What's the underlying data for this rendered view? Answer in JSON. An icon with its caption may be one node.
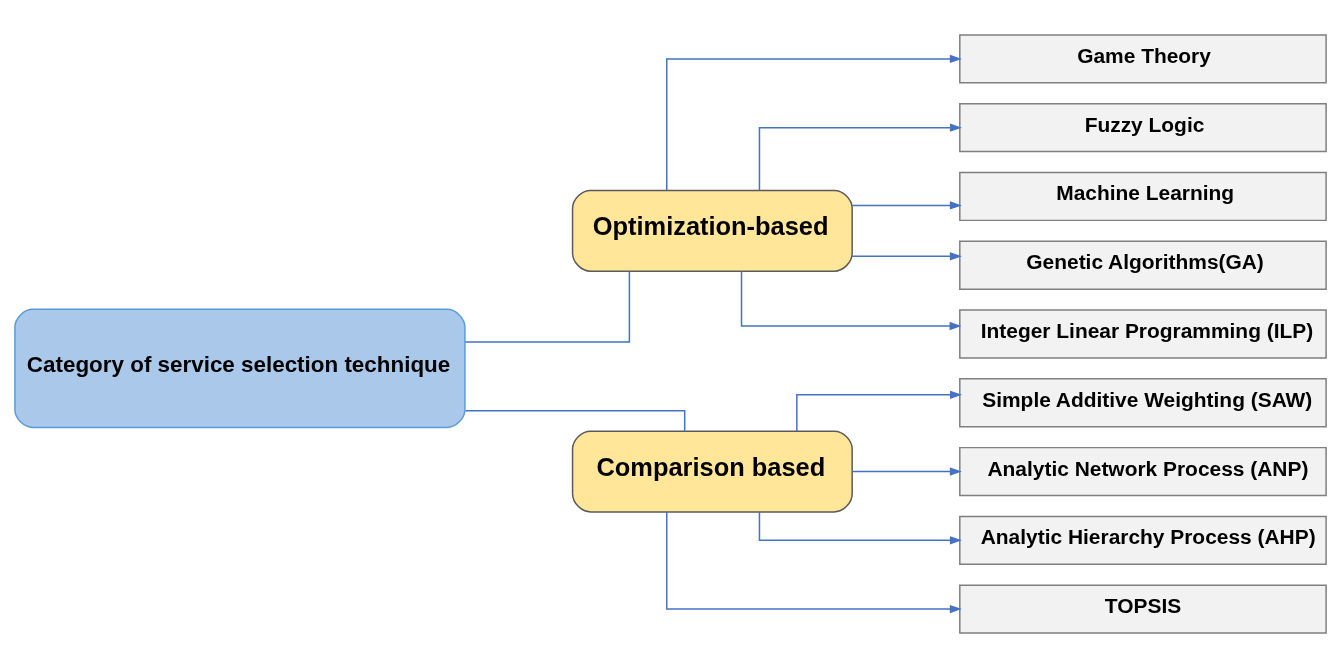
{
  "diagram": {
    "nodes": [
      {
        "text": [
          "Category of service selection technique"
        ]
      },
      {
        "text": [
          "Optimization-based"
        ]
      },
      {
        "text": [
          "Comparison based"
        ]
      },
      {
        "text": [
          "Game Theory"
        ]
      },
      {
        "text": [
          "Fuzzy Logic"
        ]
      },
      {
        "text": [
          "Machine Learning"
        ]
      },
      {
        "text": [
          "Genetic Algorithms(GA)"
        ]
      },
      {
        "text": [
          "Integer Linear Programming (ILP)"
        ]
      },
      {
        "text": [
          "Simple Additive Weighting (SAW)"
        ]
      },
      {
        "text": [
          "Analytic Network Process (ANP)"
        ]
      },
      {
        "text": [
          "Analytic Hierarchy Process (AHP)"
        ]
      },
      {
        "text": [
          "TOPSIS"
        ]
      }
    ],
    "edges": [
      {
        "from": 0,
        "to": 1,
        "arrow": "none"
      },
      {
        "from": 0,
        "to": 2,
        "arrow": "none"
      },
      {
        "from": 1,
        "to": 3,
        "arrow": "to"
      },
      {
        "from": 1,
        "to": 4,
        "arrow": "to"
      },
      {
        "from": 1,
        "to": 5,
        "arrow": "to"
      },
      {
        "from": 1,
        "to": 6,
        "arrow": "to"
      },
      {
        "from": 1,
        "to": 7,
        "arrow": "to"
      },
      {
        "from": 2,
        "to": 8,
        "arrow": "to"
      },
      {
        "from": 2,
        "to": 9,
        "arrow": "to"
      },
      {
        "from": 2,
        "to": 10,
        "arrow": "to"
      },
      {
        "from": 2,
        "to": 11,
        "arrow": "to"
      }
    ]
  }
}
